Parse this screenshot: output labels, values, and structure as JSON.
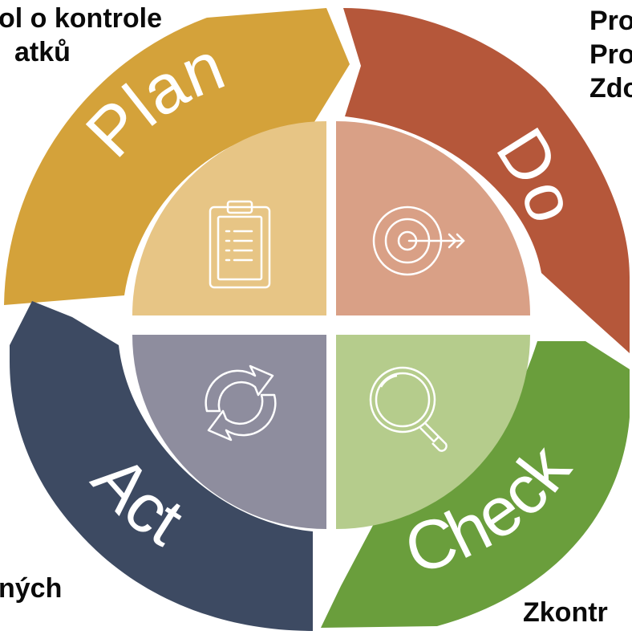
{
  "cycle": {
    "plan": {
      "label": "Plan",
      "color": "#d4a23a",
      "quadrant_color": "#e7c585",
      "icon": "clipboard-icon",
      "note_lines": [
        "ol o kontrole",
        "atků"
      ]
    },
    "do": {
      "label": "Do",
      "color": "#b5573a",
      "quadrant_color": "#d9a086",
      "icon": "target-arrow-icon",
      "note_lines": [
        "Pro",
        "Pro",
        "Zdo"
      ]
    },
    "check": {
      "label": "Check",
      "color": "#6a9e3c",
      "quadrant_color": "#b5cc8c",
      "icon": "magnifier-icon",
      "note_lines": [
        "Zkontr"
      ]
    },
    "act": {
      "label": "Act",
      "color": "#3d4a62",
      "quadrant_color": "#8e8d9e",
      "icon": "refresh-arrows-icon",
      "note_lines": [
        "ných"
      ]
    }
  }
}
